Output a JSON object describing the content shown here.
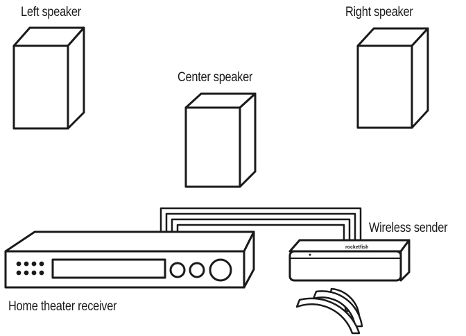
{
  "labels": {
    "left_speaker": "Left speaker",
    "right_speaker": "Right speaker",
    "center_speaker": "Center speaker",
    "wireless_sender": "Wireless sender",
    "home_theater_receiver": "Home theater receiver"
  },
  "sender_brand": "rocketfish",
  "colors": {
    "line": "#1a1a1a",
    "background": "#ffffff"
  }
}
